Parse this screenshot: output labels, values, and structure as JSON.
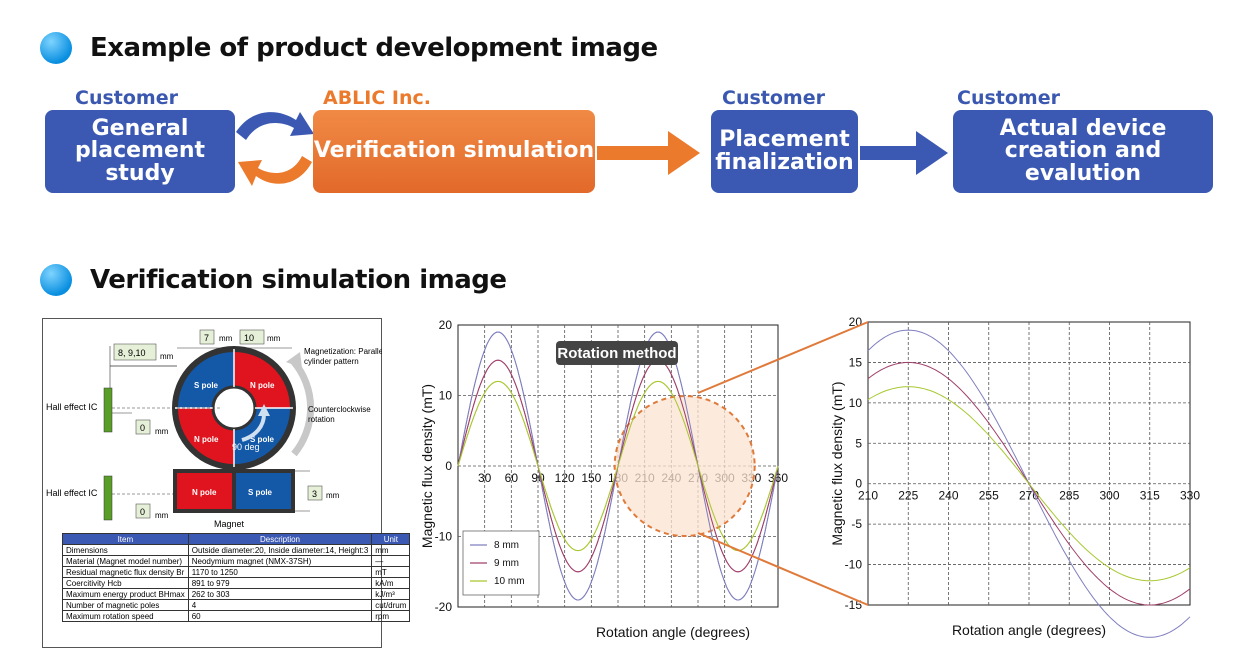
{
  "headings": {
    "dev": "Example of product development image",
    "sim": "Verification simulation image"
  },
  "flow": {
    "roles": [
      "Customer",
      "ABLIC Inc.",
      "Customer",
      "Customer"
    ],
    "steps": [
      {
        "line1": "General",
        "line2": "placement",
        "line3": "study"
      },
      {
        "line1": "Verification simulation"
      },
      {
        "line1": "Placement",
        "line2": "finalization"
      },
      {
        "line1": "Actual device",
        "line2": "creation and evalution"
      }
    ]
  },
  "diagram": {
    "dims": {
      "gap": "8, 9,10",
      "gap_unit": "mm",
      "width_a": "7",
      "width_a_unit": "mm",
      "width_b": "10",
      "width_b_unit": "mm",
      "offset1": "0",
      "offset1_unit": "mm",
      "offset2": "0",
      "offset2_unit": "mm",
      "height": "3",
      "height_unit": "mm"
    },
    "hall_label_1": "Hall effect IC",
    "hall_label_2": "Hall effect IC",
    "magnetization": "Magnetization: Parallel",
    "magnetization_2": "cylinder pattern",
    "rotation": "Counterclockwise",
    "rotation_2": "rotation",
    "angle": "90 deg",
    "poles": {
      "s": "S pole",
      "n": "N pole"
    },
    "magnet_label": "Magnet"
  },
  "spec_table": {
    "headers": [
      "Item",
      "Description",
      "Unit"
    ],
    "rows": [
      [
        "Dimensions",
        "Outside diameter:20, Inside diameter:14, Height:3",
        "mm"
      ],
      [
        "Material (Magnet model number)",
        "Neodymium magnet (NMX-37SH)",
        "—"
      ],
      [
        "Residual magnetic flux density Br",
        "1170 to 1250",
        "mT"
      ],
      [
        "Coercitivity Hcb",
        "891 to 979",
        "kA/m"
      ],
      [
        "Maximum energy product BHmax",
        "262 to 303",
        "kJ/m³"
      ],
      [
        "Number of magnetic poles",
        "4",
        "cut/drum"
      ],
      [
        "Maximum rotation speed",
        "60",
        "rpm"
      ]
    ]
  },
  "chart_data": [
    {
      "type": "line",
      "title": "Rotation method",
      "xlabel": "Rotation angle (degrees)",
      "ylabel": "Magnetic flux density (mT)",
      "xlim": [
        0,
        360
      ],
      "ylim": [
        -20,
        20
      ],
      "xticks": [
        "30",
        "60",
        "90",
        "120",
        "150",
        "180",
        "210",
        "240",
        "270",
        "300",
        "330",
        "360"
      ],
      "yticks": [
        "20",
        "10",
        "0",
        "-10",
        "-20"
      ],
      "legend_position": "bottom-left",
      "series": [
        {
          "name": "8 mm",
          "color": "#7f7fbf",
          "amplitude": 19
        },
        {
          "name": "9 mm",
          "color": "#a0406a",
          "amplitude": 15
        },
        {
          "name": "10 mm",
          "color": "#a8c832",
          "amplitude": 12
        }
      ]
    },
    {
      "type": "line",
      "xlabel": "Rotation angle (degrees)",
      "ylabel": "Magnetic flux density (mT)",
      "xlim": [
        210,
        330
      ],
      "ylim": [
        -15,
        20
      ],
      "xticks": [
        "210",
        "225",
        "240",
        "255",
        "270",
        "285",
        "300",
        "315",
        "330"
      ],
      "yticks": [
        "20",
        "15",
        "10",
        "5",
        "0",
        "-5",
        "-10",
        "-15"
      ],
      "series": [
        {
          "name": "8 mm",
          "color": "#7f7fbf",
          "amplitude": 19
        },
        {
          "name": "9 mm",
          "color": "#a0406a",
          "amplitude": 15
        },
        {
          "name": "10 mm",
          "color": "#a8c832",
          "amplitude": 12
        }
      ]
    }
  ]
}
